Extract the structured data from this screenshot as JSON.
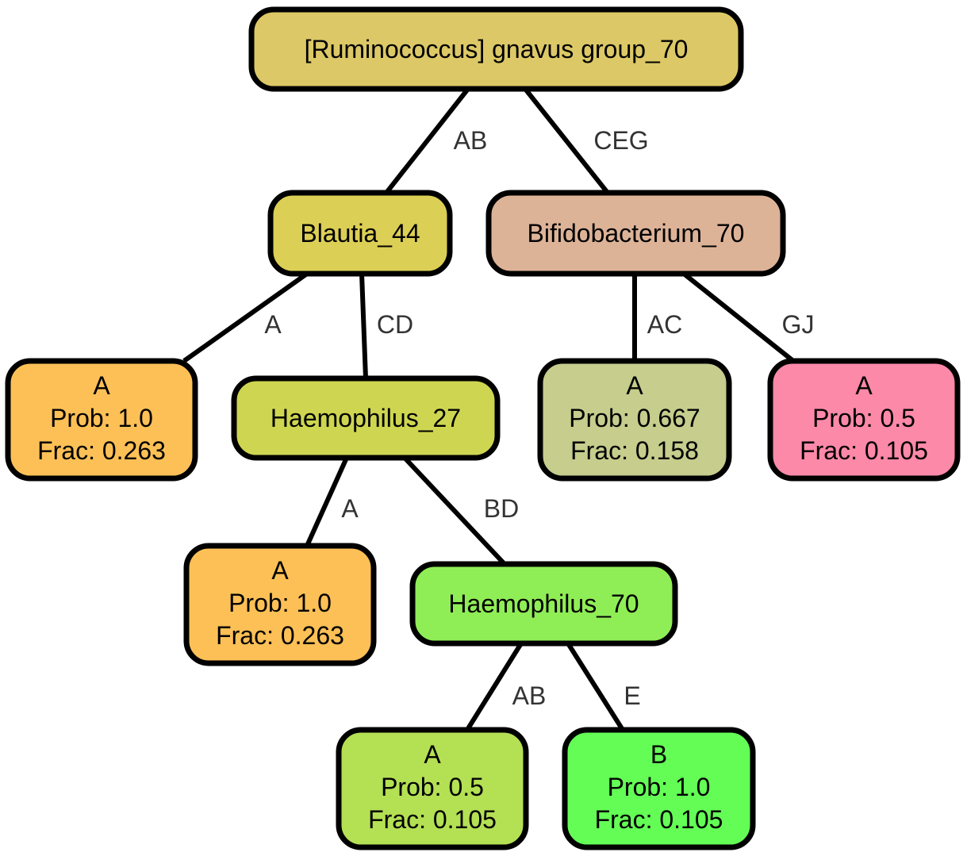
{
  "nodes": [
    {
      "id": "root",
      "name": "root-node",
      "lines": [
        "[Ruminococcus] gnavus group_70"
      ],
      "fill": "#dcc866"
    },
    {
      "id": "blautia",
      "name": "blautia-node",
      "lines": [
        "Blautia_44"
      ],
      "fill": "#dccf55"
    },
    {
      "id": "bifido",
      "name": "bifidobacterium-node",
      "lines": [
        "Bifidobacterium_70"
      ],
      "fill": "#ddb398"
    },
    {
      "id": "leaf1",
      "name": "leaf-node",
      "lines": [
        "A",
        "Prob: 1.0",
        "Frac: 0.263"
      ],
      "fill": "#fdc056"
    },
    {
      "id": "haemo27",
      "name": "haemophilus-27-node",
      "lines": [
        "Haemophilus_27"
      ],
      "fill": "#ced651"
    },
    {
      "id": "leaf_ac",
      "name": "leaf-node",
      "lines": [
        "A",
        "Prob: 0.667",
        "Frac: 0.158"
      ],
      "fill": "#c6cd8d"
    },
    {
      "id": "leaf_gj",
      "name": "leaf-node",
      "lines": [
        "A",
        "Prob: 0.5",
        "Frac: 0.105"
      ],
      "fill": "#fd89a9"
    },
    {
      "id": "leaf2",
      "name": "leaf-node",
      "lines": [
        "A",
        "Prob: 1.0",
        "Frac: 0.263"
      ],
      "fill": "#fdc056"
    },
    {
      "id": "haemo70",
      "name": "haemophilus-70-node",
      "lines": [
        "Haemophilus_70"
      ],
      "fill": "#8fed56"
    },
    {
      "id": "leaf_ab",
      "name": "leaf-node",
      "lines": [
        "A",
        "Prob: 0.5",
        "Frac: 0.105"
      ],
      "fill": "#b4e054"
    },
    {
      "id": "leaf_e",
      "name": "leaf-node",
      "lines": [
        "B",
        "Prob: 1.0",
        "Frac: 0.105"
      ],
      "fill": "#63fd56"
    }
  ],
  "edges": [
    {
      "from": "root",
      "to": "blautia",
      "label": "AB"
    },
    {
      "from": "root",
      "to": "bifido",
      "label": "CEG"
    },
    {
      "from": "blautia",
      "to": "leaf1",
      "label": "A"
    },
    {
      "from": "blautia",
      "to": "haemo27",
      "label": "CD"
    },
    {
      "from": "bifido",
      "to": "leaf_ac",
      "label": "AC"
    },
    {
      "from": "bifido",
      "to": "leaf_gj",
      "label": "GJ"
    },
    {
      "from": "haemo27",
      "to": "leaf2",
      "label": "A"
    },
    {
      "from": "haemo27",
      "to": "haemo70",
      "label": "BD"
    },
    {
      "from": "haemo70",
      "to": "leaf_ab",
      "label": "AB"
    },
    {
      "from": "haemo70",
      "to": "leaf_e",
      "label": "E"
    }
  ]
}
